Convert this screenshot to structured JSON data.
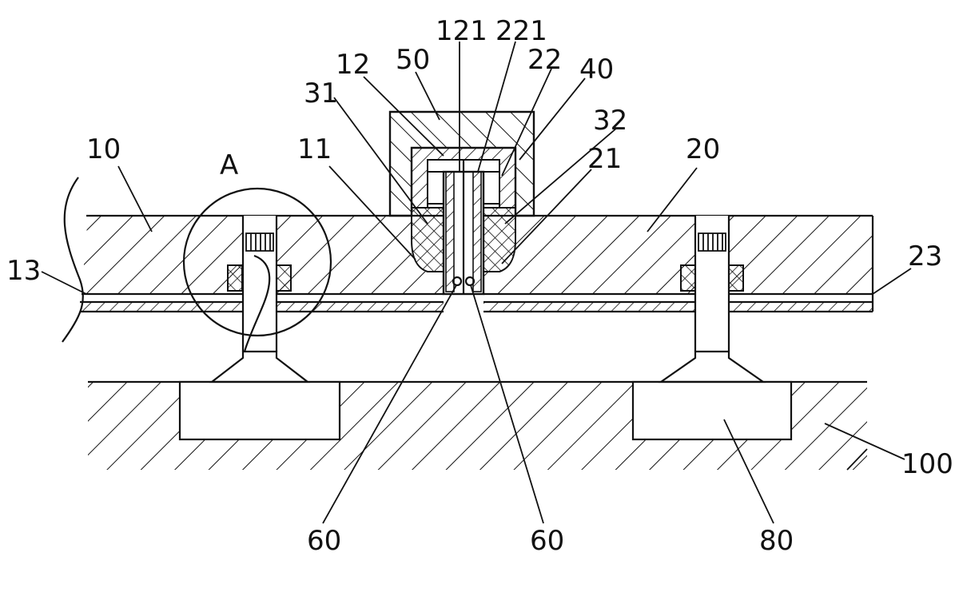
{
  "figure": {
    "labels": {
      "l10": "10",
      "lA": "A",
      "l13": "13",
      "l11": "11",
      "l31": "31",
      "l12": "12",
      "l50": "50",
      "l121": "121",
      "l221": "221",
      "l22": "22",
      "l40": "40",
      "l32": "32",
      "l21": "21",
      "l20": "20",
      "l23": "23",
      "l100": "100",
      "l60a": "60",
      "l60b": "60",
      "l80": "80"
    }
  }
}
